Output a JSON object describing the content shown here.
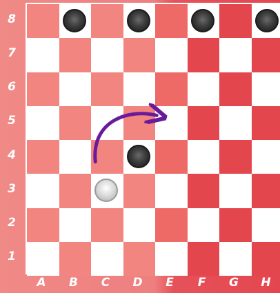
{
  "board": {
    "files": [
      "A",
      "B",
      "C",
      "D",
      "E",
      "F",
      "G",
      "H"
    ],
    "ranks": [
      "8",
      "7",
      "6",
      "5",
      "4",
      "3",
      "2",
      "1"
    ],
    "pieces": [
      {
        "color": "black",
        "square": "B8"
      },
      {
        "color": "black",
        "square": "D8"
      },
      {
        "color": "black",
        "square": "F8"
      },
      {
        "color": "black",
        "square": "H8"
      },
      {
        "color": "black",
        "square": "D4"
      },
      {
        "color": "white",
        "square": "C3"
      }
    ],
    "move_arrow": {
      "from": "C4",
      "to": "E5",
      "color": "#6a1b9a"
    }
  }
}
